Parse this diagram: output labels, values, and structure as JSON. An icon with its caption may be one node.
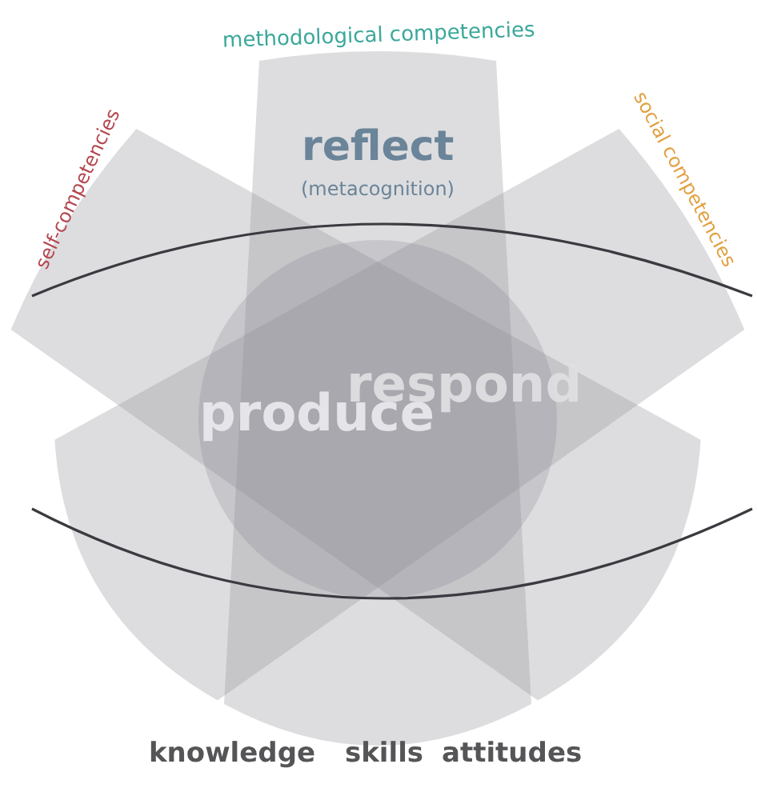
{
  "diagram": {
    "labels": [
      "methodological competencies",
      "self-competencies",
      "social competencies",
      "reflect",
      "(metacognition)",
      "respond",
      "produce",
      "knowledge",
      "skills",
      "attitudes"
    ]
  }
}
